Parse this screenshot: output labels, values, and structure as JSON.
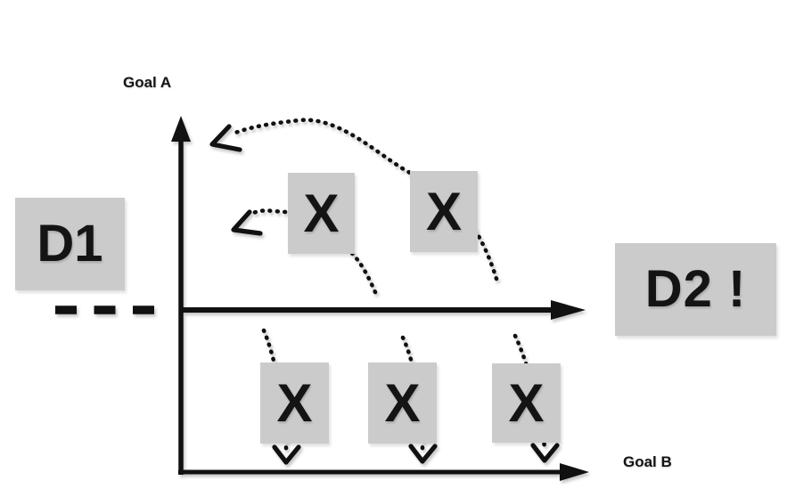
{
  "diagram": {
    "type": "conceptual goal-tradeoff diagram",
    "y_axis_label": "Goal A",
    "x_axis_label": "Goal B",
    "d1_box": {
      "label": "D1"
    },
    "d2_box": {
      "label": "D2 !"
    },
    "upper_obstacles": [
      {
        "label": "X"
      },
      {
        "label": "X"
      }
    ],
    "lower_obstacles": [
      {
        "label": "X"
      },
      {
        "label": "X"
      },
      {
        "label": "X"
      }
    ],
    "icons": {
      "axis_arrowhead": "filled-triangle",
      "dotted_arrowhead": "open-chevron"
    },
    "colors": {
      "background": "#ffffff",
      "box_fill": "#cbcbcb",
      "ink": "#141414"
    }
  }
}
